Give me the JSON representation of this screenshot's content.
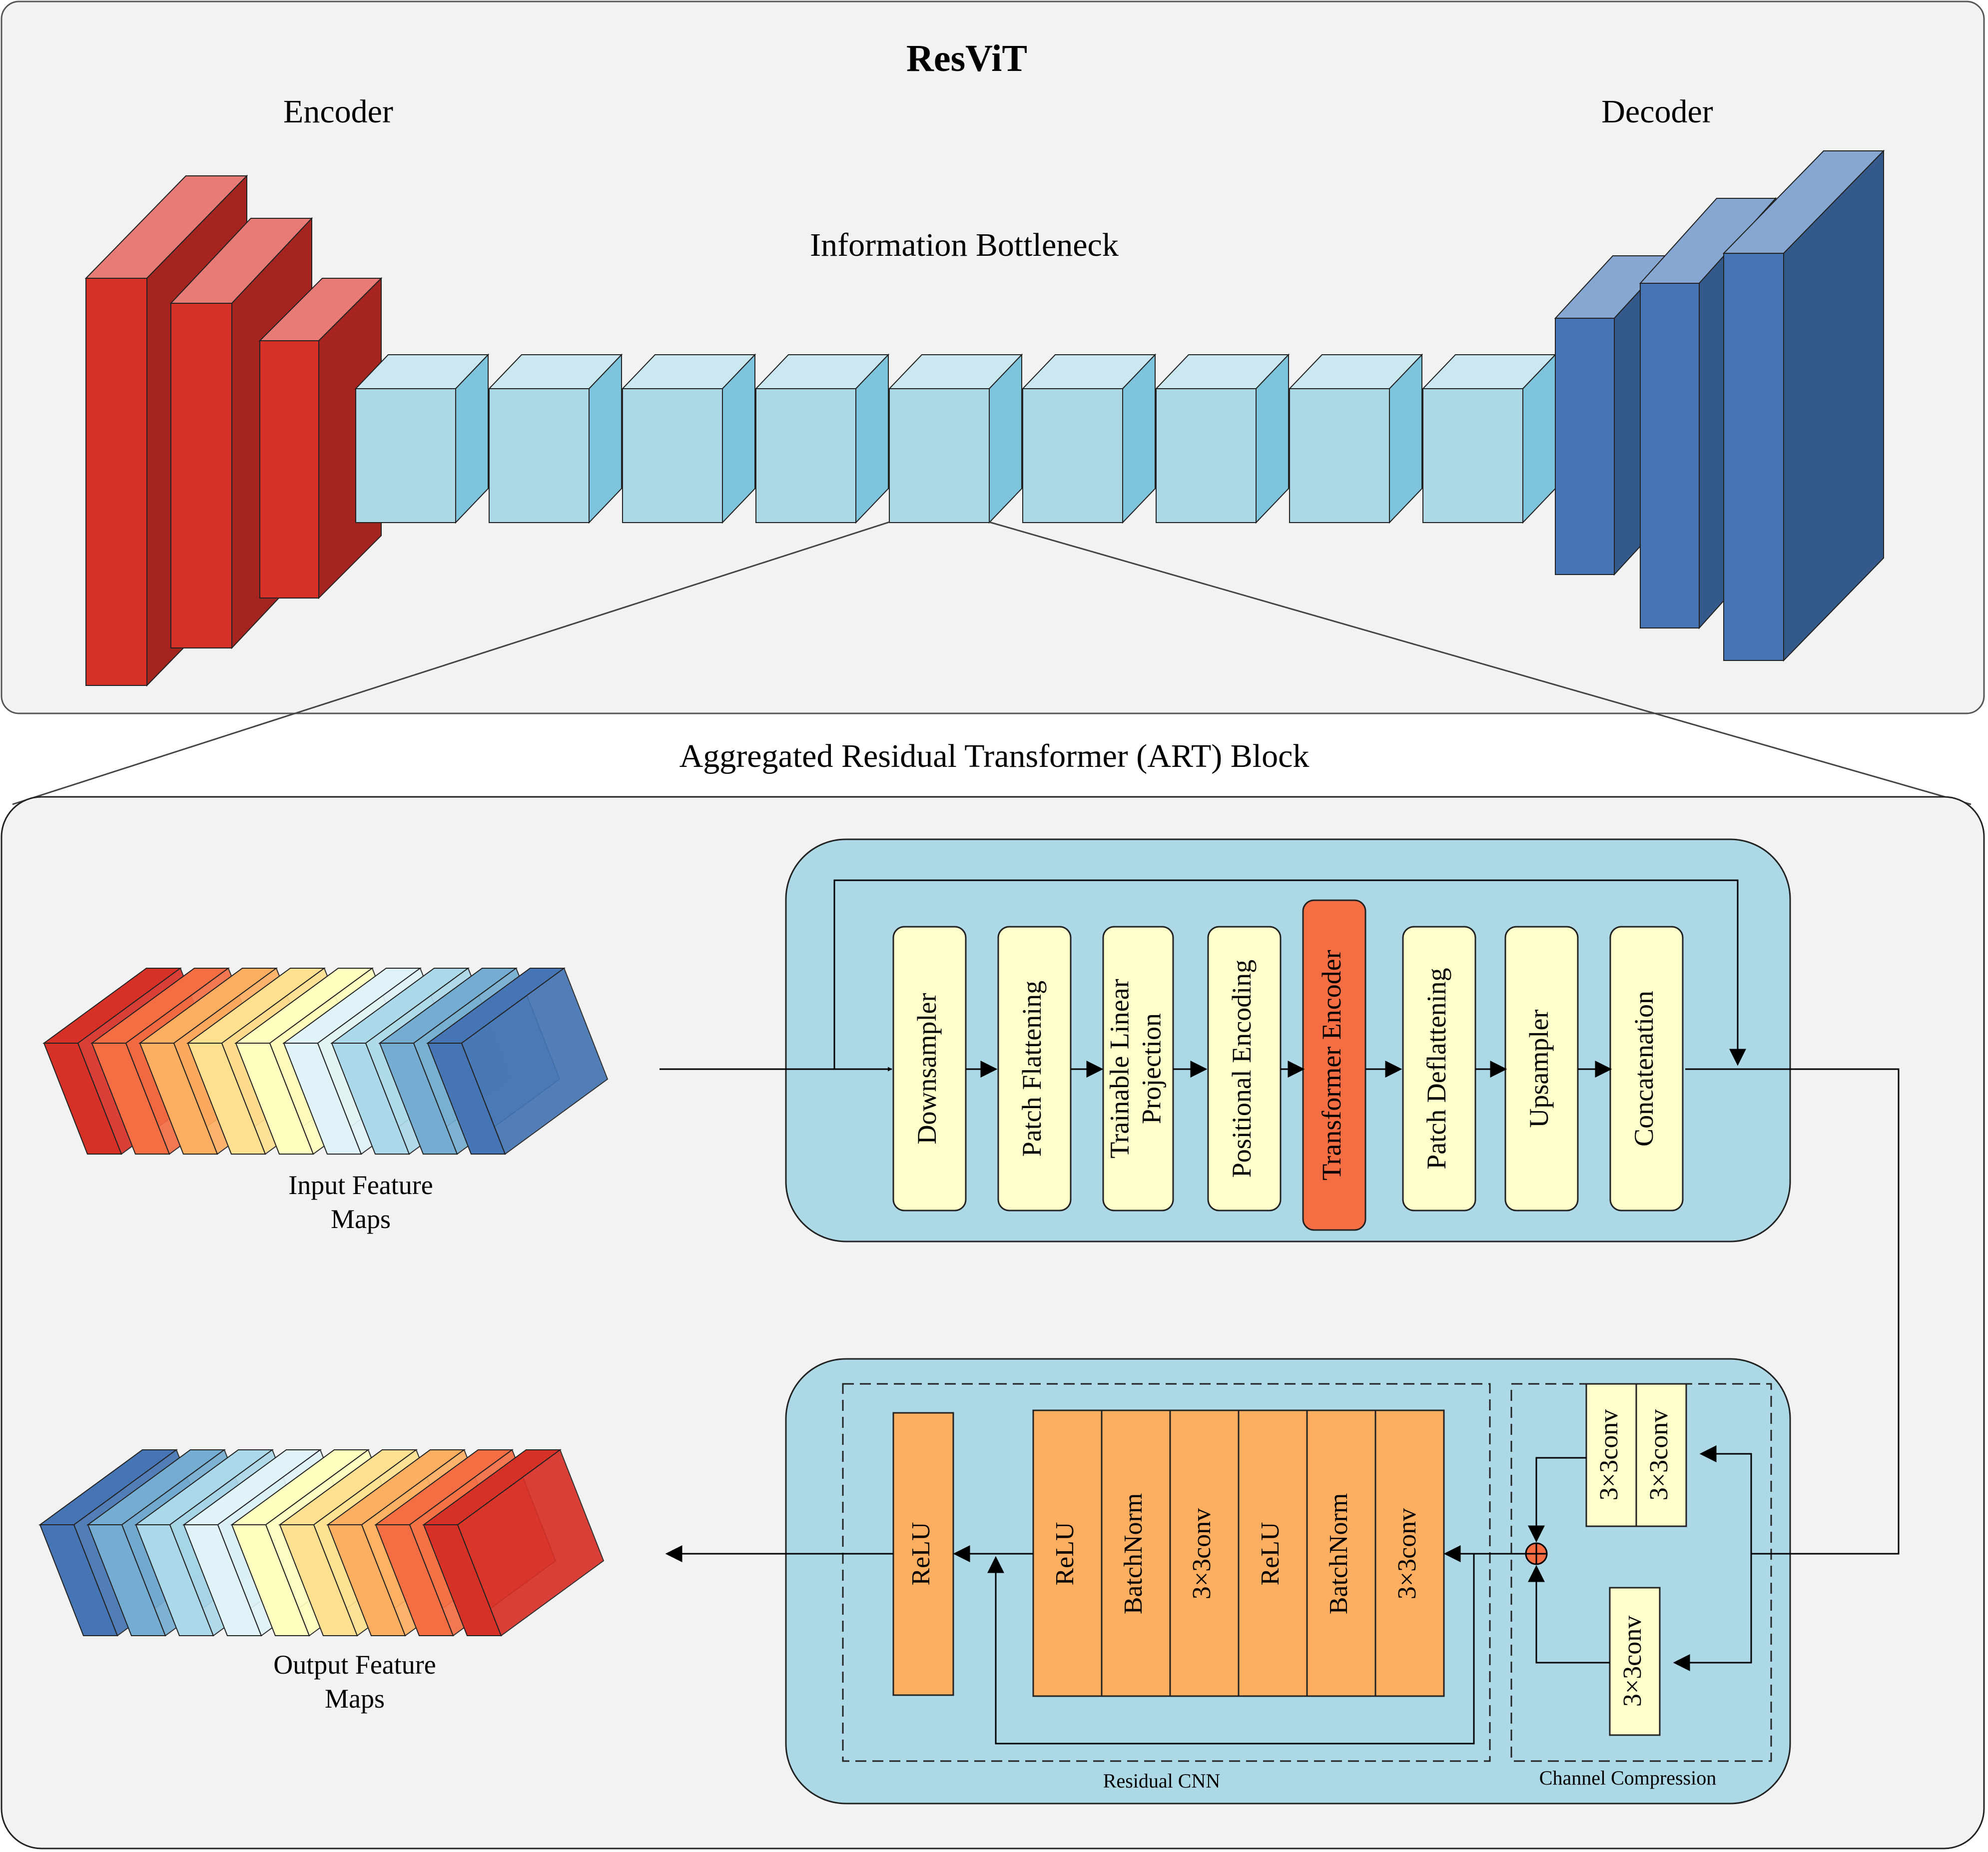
{
  "title": "ResViT",
  "encoder_label": "Encoder",
  "decoder_label": "Decoder",
  "bottleneck_label": "Information Bottleneck",
  "art_title": "Aggregated Residual Transformer (ART) Block",
  "input_label": [
    "Input Feature",
    "Maps"
  ],
  "output_label": [
    "Output Feature",
    "Maps"
  ],
  "transformer_blocks": [
    {
      "lines": [
        "Downsampler"
      ]
    },
    {
      "lines": [
        "Patch Flattening"
      ]
    },
    {
      "lines": [
        "Trainable Linear",
        "Projection"
      ]
    },
    {
      "lines": [
        "Positional Encoding"
      ]
    },
    {
      "lines": [
        "Transformer Encoder"
      ]
    },
    {
      "lines": [
        "Patch Deflattening"
      ]
    },
    {
      "lines": [
        "Upsampler"
      ]
    },
    {
      "lines": [
        "Concatenation"
      ]
    }
  ],
  "residual_cnn": {
    "label": "Residual CNN",
    "relu_label": "ReLU",
    "stack": [
      "ReLU",
      "BatchNorm",
      "3×3conv",
      "ReLU",
      "BatchNorm",
      "3×3conv"
    ]
  },
  "channel_compression": {
    "label": "Channel Compression",
    "top_convs": [
      "3×3conv",
      "3×3conv"
    ],
    "bottom_conv": "3×3conv"
  },
  "colors": {
    "encoder_front": "#d73027",
    "encoder_side": "#a62420",
    "encoder_top": "#e87b76",
    "bottleneck_front": "#add8e6",
    "bottleneck_side": "#7ec4dc",
    "bottleneck_top": "#cbe8f1",
    "decoder_front": "#4575b4",
    "decoder_side": "#345a8c",
    "decoder_top": "#86a7d2",
    "panel_bg": "#f2f2f2",
    "block_bg": "#add8e6",
    "yellow_block": "#ffffcc",
    "transformer_encoder": "#f46d43",
    "orange_block": "#fdae61"
  },
  "feature_map_colors": [
    "#d73027",
    "#f46d43",
    "#fdae61",
    "#fee090",
    "#ffffbf",
    "#e0f3f8",
    "#abd9e9",
    "#74add1",
    "#4575b4"
  ]
}
